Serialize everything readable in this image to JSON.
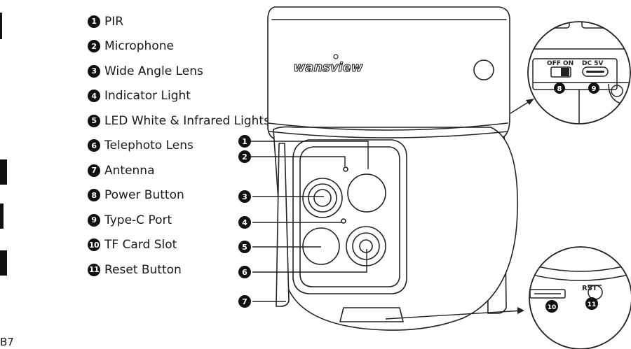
{
  "legend": [
    {
      "num": "1",
      "label": "PIR"
    },
    {
      "num": "2",
      "label": "Microphone"
    },
    {
      "num": "3",
      "label": "Wide Angle Lens"
    },
    {
      "num": "4",
      "label": "Indicator Light"
    },
    {
      "num": "5",
      "label": "LED White & Infrared Lights"
    },
    {
      "num": "6",
      "label": "Telephoto Lens"
    },
    {
      "num": "7",
      "label": "Antenna"
    },
    {
      "num": "8",
      "label": "Power Button"
    },
    {
      "num": "9",
      "label": "Type-C Port"
    },
    {
      "num": "10",
      "label": "TF Card Slot"
    },
    {
      "num": "11",
      "label": "Reset Button"
    }
  ],
  "callouts": [
    "1",
    "2",
    "3",
    "4",
    "5",
    "6",
    "7"
  ],
  "brand_logo": "wansview",
  "switch_labels": {
    "off": "OFF",
    "on": "ON",
    "dc": "DC 5V"
  },
  "detail_top_callouts": {
    "power": "8",
    "typec": "9"
  },
  "detail_bottom": {
    "rst": "RST",
    "tf": "10",
    "reset": "11"
  },
  "page_label": "B7"
}
